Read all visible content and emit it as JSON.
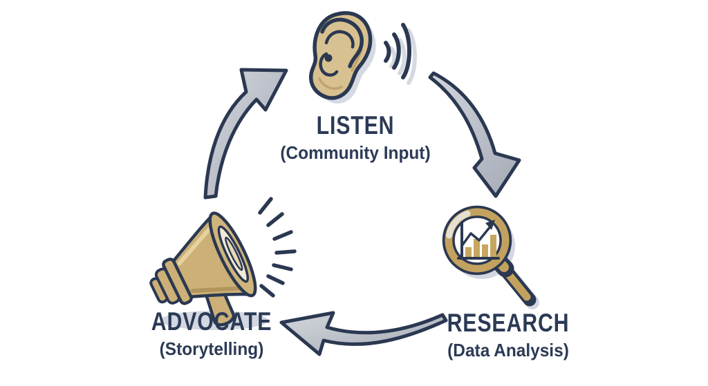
{
  "diagram": {
    "type": "cycle-diagram",
    "background": "#ffffff",
    "colors": {
      "navy_outline": "#2b3851",
      "text_navy": "#2b3a55",
      "gold": "#ccb077",
      "gold_ring": "#c3a25f",
      "arrow_gray_light": "#d0d3d9",
      "arrow_gray_dark": "#a6acb8",
      "shadow_gray": "#c8cdd9"
    },
    "nodes": [
      {
        "id": "listen",
        "title": "LISTEN",
        "subtitle": "(Community Input)",
        "icon": "ear-listening-icon",
        "position": "top-center"
      },
      {
        "id": "research",
        "title": "RESEARCH",
        "subtitle": "(Data Analysis)",
        "icon": "magnifier-chart-icon",
        "position": "bottom-right"
      },
      {
        "id": "advocate",
        "title": "ADVOCATE",
        "subtitle": "(Storytelling)",
        "icon": "megaphone-icon",
        "position": "bottom-left"
      }
    ],
    "arrows": [
      {
        "from": "listen",
        "to": "research",
        "direction": "curving down-right"
      },
      {
        "from": "research",
        "to": "advocate",
        "direction": "curving left"
      },
      {
        "from": "advocate",
        "to": "listen",
        "direction": "curving up-right"
      }
    ]
  }
}
